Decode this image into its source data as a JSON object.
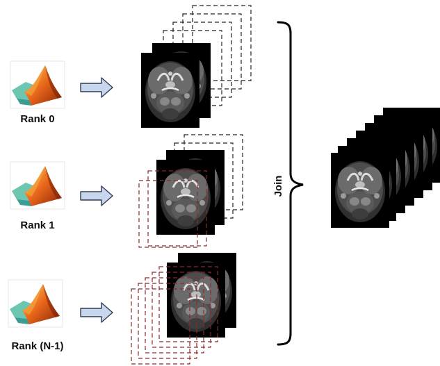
{
  "ranks": [
    {
      "label": "Rank 0"
    },
    {
      "label": "Rank 1"
    },
    {
      "label": "Rank (N-1)"
    }
  ],
  "join_label": "Join",
  "colors": {
    "dashed_black": "#222222",
    "dashed_red": "#8b2a2a",
    "arrow_fill": "#c9d7ee",
    "arrow_stroke": "#2f3b52",
    "slice_bg": "#000000",
    "logo_orange": "#e0701e",
    "logo_teal": "#3fa59a"
  },
  "icons": {
    "software_logo": "matlab-membrane-icon",
    "arrow": "right-arrow-icon",
    "mri_slice": "brain-mri-slice-icon"
  }
}
